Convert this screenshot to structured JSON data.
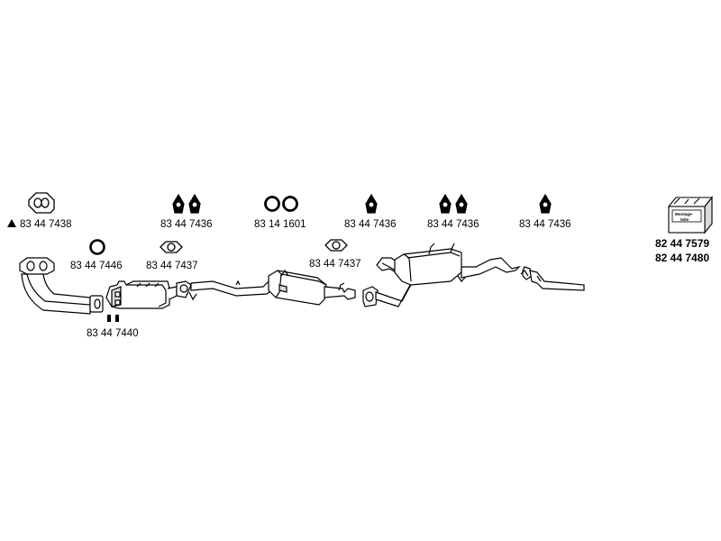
{
  "parts": {
    "manifold_gasket": "83 44 7438",
    "ring_gasket_front": "83 44 7446",
    "clamp_pair": "83 44 7440",
    "flange_gasket_1": "83 44 7437",
    "hanger_pair_1": "83 44 7436",
    "o_rings": "83 14 1601",
    "flange_gasket_2": "83 44 7437",
    "hanger_single_1": "83 44 7436",
    "hanger_pair_2": "83 44 7436",
    "hanger_single_2": "83 44 7436"
  },
  "kit": {
    "box_text_line1": "Montage-",
    "box_text_line2": "teile",
    "code_1": "82 44 7579",
    "code_2": "82 44 7480"
  },
  "colors": {
    "stroke": "#000000",
    "fill": "#ffffff",
    "shade": "#d9d9d9"
  }
}
